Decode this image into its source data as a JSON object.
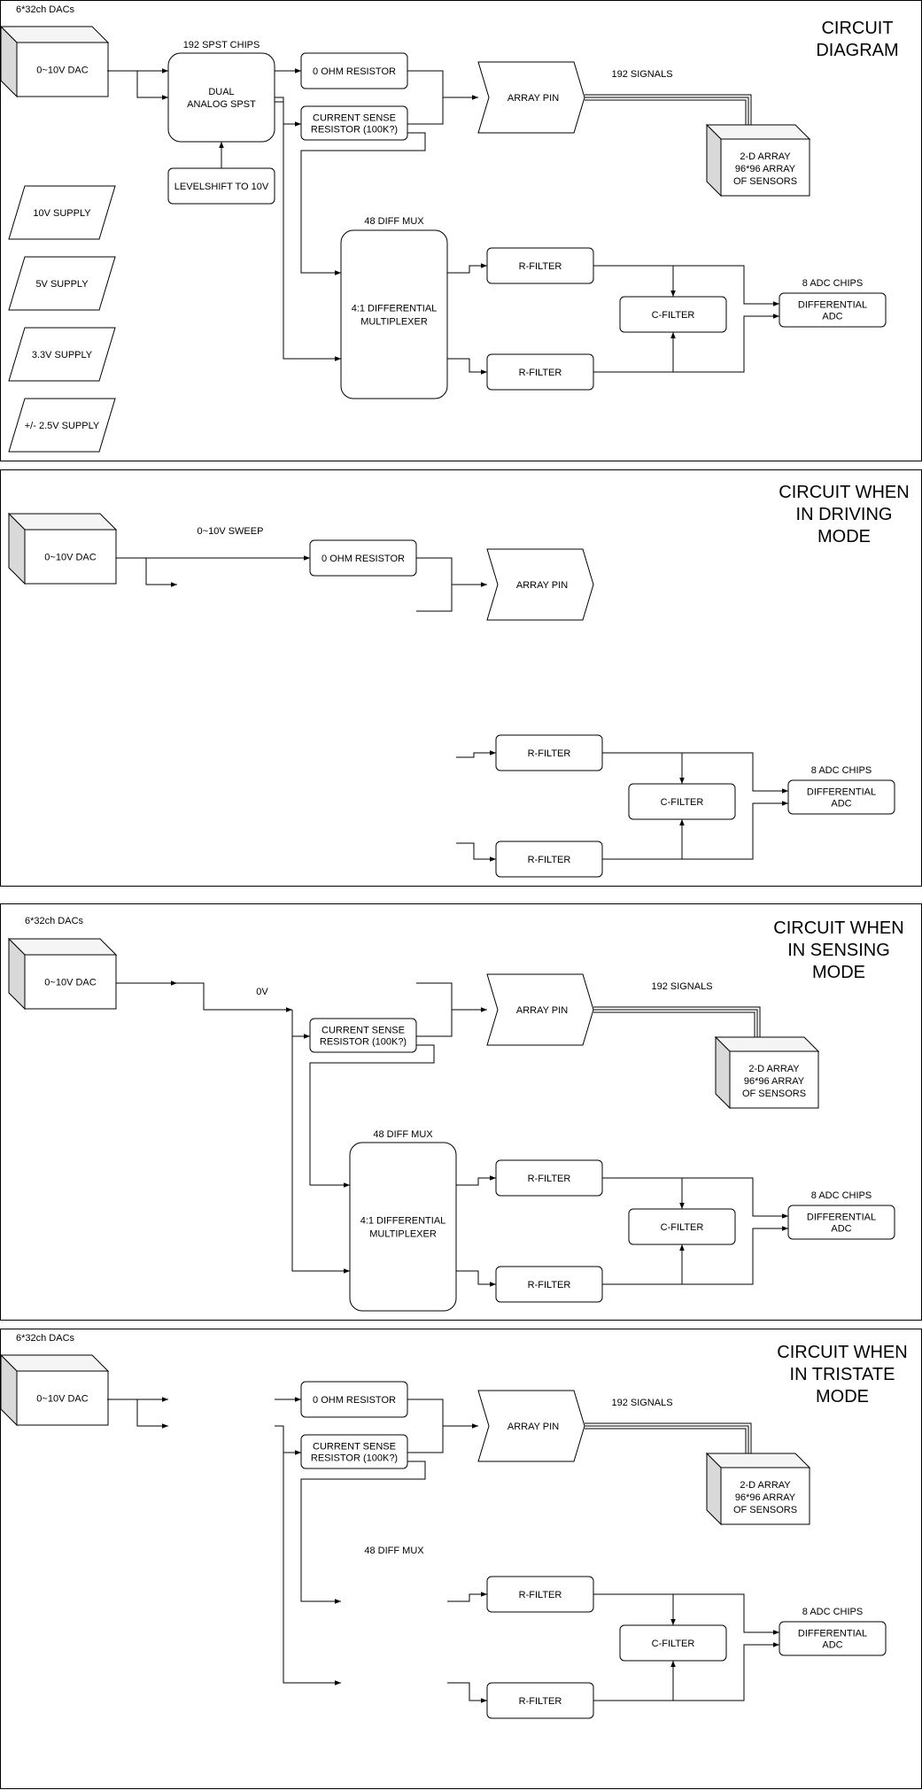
{
  "panels": [
    {
      "title": [
        "CIRCUIT",
        "DIAGRAM"
      ],
      "dac_header": "6*32ch DACs",
      "dac_label": "0~10V DAC",
      "spst_header": "192 SPST CHIPS",
      "spst_label": [
        "DUAL",
        "ANALOG SPST"
      ],
      "levelshift": "LEVELSHIFT TO 10V",
      "zero_ohm": "0 OHM RESISTOR",
      "current_sense": [
        "CURRENT SENSE",
        "RESISTOR (100K?)"
      ],
      "array_pin": "ARRAY PIN",
      "signals": "192 SIGNALS",
      "array": [
        "2-D ARRAY",
        "96*96 ARRAY",
        "OF SENSORS"
      ],
      "mux_header": "48 DIFF MUX",
      "mux_label": [
        "4:1 DIFFERENTIAL",
        "MULTIPLEXER"
      ],
      "r_filter": "R-FILTER",
      "c_filter": "C-FILTER",
      "adc_header": "8 ADC CHIPS",
      "adc_label": [
        "DIFFERENTIAL",
        "ADC"
      ],
      "supplies": [
        "10V SUPPLY",
        "5V SUPPLY",
        "3.3V SUPPLY",
        "+/- 2.5V SUPPLY"
      ]
    },
    {
      "title": [
        "CIRCUIT WHEN",
        "IN DRIVING",
        "MODE"
      ],
      "dac_label": "0~10V DAC",
      "sweep": "0~10V SWEEP",
      "zero_ohm": "0 OHM RESISTOR",
      "array_pin": "ARRAY PIN",
      "r_filter": "R-FILTER",
      "c_filter": "C-FILTER",
      "adc_header": "8 ADC CHIPS",
      "adc_label": [
        "DIFFERENTIAL",
        "ADC"
      ]
    },
    {
      "title": [
        "CIRCUIT WHEN",
        "IN SENSING",
        "MODE"
      ],
      "dac_header": "6*32ch DACs",
      "dac_label": "0~10V DAC",
      "zero_v": "0V",
      "current_sense": [
        "CURRENT SENSE",
        "RESISTOR (100K?)"
      ],
      "array_pin": "ARRAY PIN",
      "signals": "192 SIGNALS",
      "array": [
        "2-D ARRAY",
        "96*96 ARRAY",
        "OF SENSORS"
      ],
      "mux_header": "48 DIFF MUX",
      "mux_label": [
        "4:1 DIFFERENTIAL",
        "MULTIPLEXER"
      ],
      "r_filter": "R-FILTER",
      "c_filter": "C-FILTER",
      "adc_header": "8 ADC CHIPS",
      "adc_label": [
        "DIFFERENTIAL",
        "ADC"
      ]
    },
    {
      "title": [
        "CIRCUIT WHEN",
        "IN TRISTATE",
        "MODE"
      ],
      "dac_header": "6*32ch DACs",
      "dac_label": "0~10V DAC",
      "zero_ohm": "0 OHM RESISTOR",
      "current_sense": [
        "CURRENT SENSE",
        "RESISTOR (100K?)"
      ],
      "array_pin": "ARRAY PIN",
      "signals": "192 SIGNALS",
      "array": [
        "2-D ARRAY",
        "96*96 ARRAY",
        "OF SENSORS"
      ],
      "mux_header": "48 DIFF MUX",
      "r_filter": "R-FILTER",
      "c_filter": "C-FILTER",
      "adc_header": "8 ADC CHIPS",
      "adc_label": [
        "DIFFERENTIAL",
        "ADC"
      ]
    }
  ]
}
